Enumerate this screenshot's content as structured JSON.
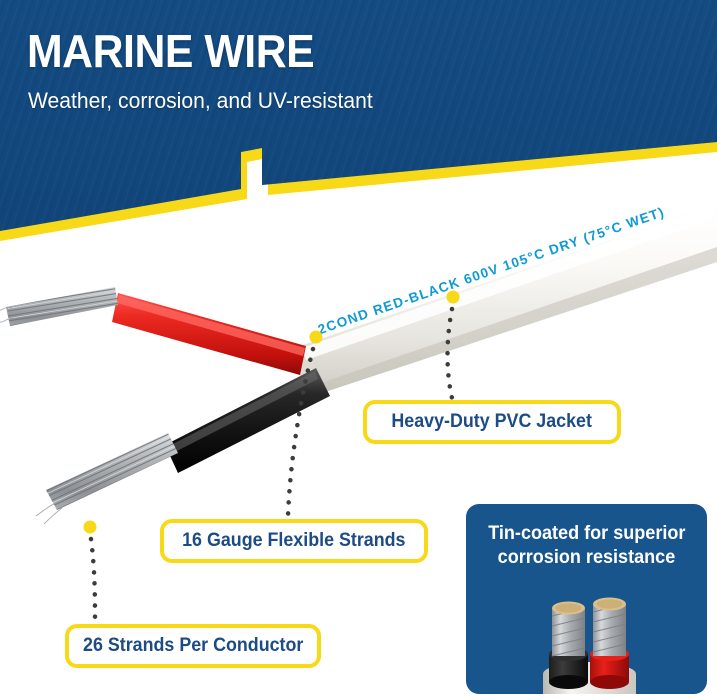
{
  "header": {
    "title": "MARINE WIRE",
    "subtitle": "Weather, corrosion, and UV-resistant",
    "band_color": "#12497e",
    "accent_color": "#f7d917"
  },
  "cable": {
    "print_line": "2COND   RED-BLACK   600V   105°C   DRY   (75°C WET)",
    "print_segments": [
      "2COND",
      "RED-BLACK",
      "600V",
      "105°C",
      "DRY",
      "(75°C WET)"
    ],
    "print_color": "#0f9ad6",
    "jacket_color": "#f2f1ed",
    "red_conductor_color": "#e3201c",
    "black_conductor_color": "#151515",
    "strand_color": "#b9bcbd"
  },
  "callouts": [
    {
      "id": "jacket",
      "label": "Heavy-Duty PVC Jacket"
    },
    {
      "id": "gauge",
      "label": "16 Gauge Flexible Strands"
    },
    {
      "id": "strands",
      "label": "26 Strands Per Conductor"
    }
  ],
  "inset": {
    "title_line1": "Tin-coated for superior",
    "title_line2": "corrosion resistance",
    "panel_color": "#17558c",
    "tin_tip_color": "#d9c08b"
  },
  "colors": {
    "navy_text": "#1d4b86",
    "yellow": "#f7d917",
    "header_blue": "#12497e",
    "panel_blue": "#17558c",
    "leader_dot": "#3c3c3c"
  }
}
